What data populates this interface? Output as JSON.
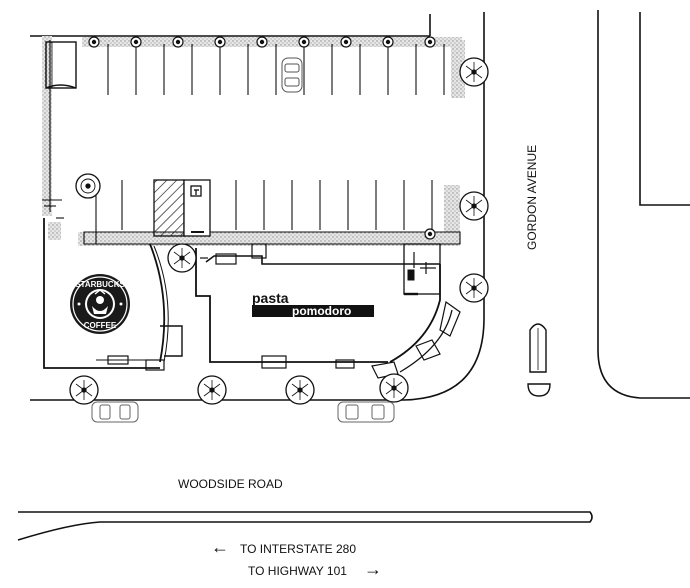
{
  "map": {
    "streets": {
      "woodside": "WOODSIDE ROAD",
      "gordon": "GORDON AVENUE"
    },
    "directions": {
      "interstate": "TO INTERSTATE 280",
      "highway": "TO HIGHWAY 101",
      "left_arrow": "←",
      "right_arrow": "→"
    },
    "tenants": {
      "starbucks_logo_text": "STARBUCKS COFFEE",
      "pasta_word": "pasta",
      "pomodoro_word": "pomodoro"
    },
    "colors": {
      "ink": "#111111",
      "paving": "#bdbdbd",
      "logo_bg": "#1a1a1a"
    }
  }
}
